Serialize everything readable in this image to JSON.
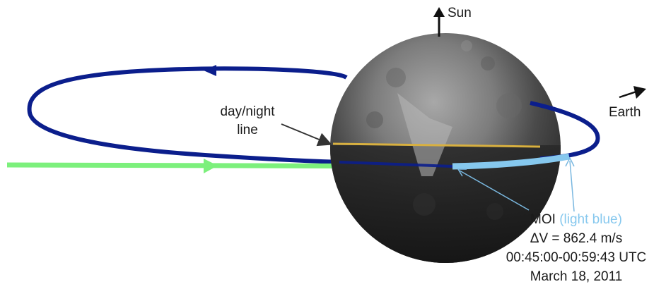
{
  "labels": {
    "sun": "Sun",
    "earth": "Earth",
    "day_night_line_1": "day/night",
    "day_night_line_2": "line",
    "moi_name": "MOI",
    "moi_color_note": "(light blue)",
    "delta_v": "ΔV = 862.4 m/s",
    "time_range": "00:45:00-00:59:43 UTC",
    "date": "March 18, 2011"
  },
  "colors": {
    "orbit": "#0b1e8c",
    "approach_trajectory": "#7cf07c",
    "moi_burn": "#86c8ee",
    "day_night_line": "#d8b040",
    "annotation_arrow": "#333333",
    "moi_leader": "#7ab8e0",
    "planet_dark": "#1c1c1c",
    "planet_light": "#8a8a8a"
  },
  "icons": {
    "sun_direction": "arrow-up-icon",
    "earth_direction": "arrow-up-right-icon",
    "planet": "mercury-planet-icon"
  }
}
